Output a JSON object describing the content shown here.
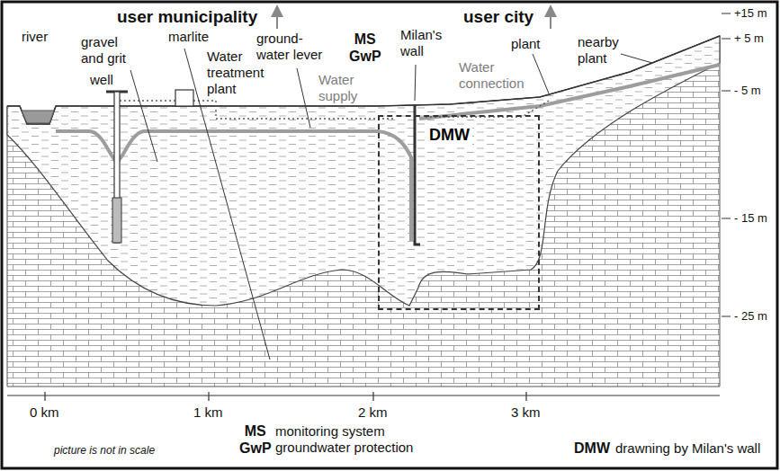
{
  "diagram": {
    "nodes": [
      {
        "text": [
          "DMW"
        ]
      }
    ],
    "labels": [
      "user municipality",
      "user city",
      "river",
      "gravel and grit",
      "well",
      "Water treatment plant",
      "marlite",
      "ground-water lever",
      "MS GwP",
      "Water supply",
      "Milan's wall",
      "plant",
      "Water connection",
      "nearby plant",
      "+15 m",
      "+ 5 m",
      "- 5 m",
      "- 15 m",
      "- 25 m",
      "0 km",
      "1 km",
      "2 km",
      "3 km",
      "MS GwP",
      "monitoring system groundwater protection",
      "picture is not in scale",
      "DMW",
      "drawning by Milan's wall"
    ]
  }
}
